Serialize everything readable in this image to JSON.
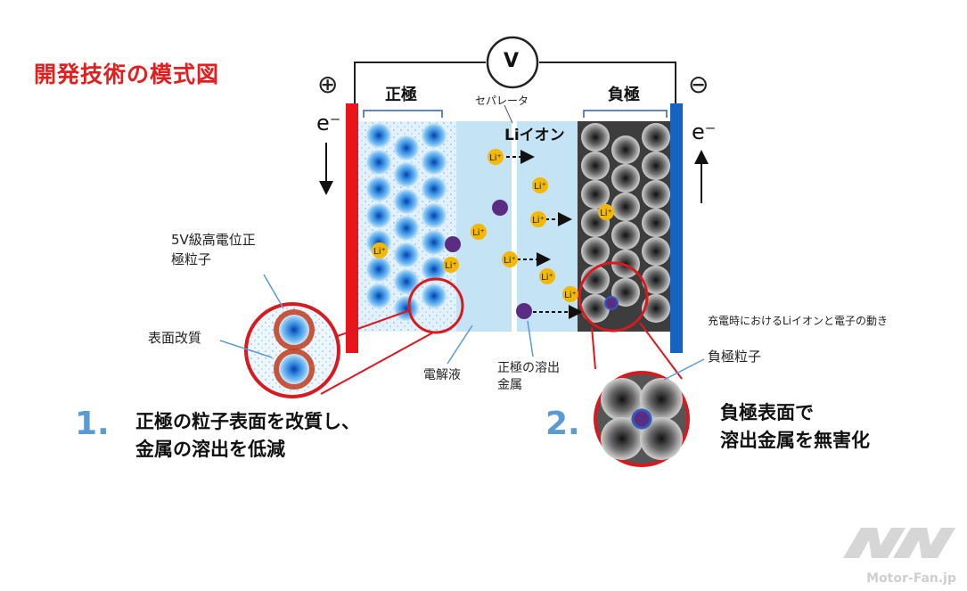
{
  "title": "開発技術の模式図",
  "labels": {
    "voltmeter": "V",
    "positive_terminal": "⊕",
    "negative_terminal": "⊖",
    "electron_left": "e⁻",
    "electron_right": "e⁻",
    "cathode": "正極",
    "anode": "負極",
    "separator": "セパレータ",
    "li_ion": "Liイオン",
    "li_badge": "Li⁺",
    "cathode_particle": "5V級高電位正極粒子",
    "surface_modification": "表面改質",
    "electrolyte": "電解液",
    "dissolved_metal_line1": "正極の溶出",
    "dissolved_metal_line2": "金属",
    "caption_charging": "充電時におけるLiイオンと電子の動き",
    "anode_particle": "負極粒子"
  },
  "points": [
    {
      "number": "1.",
      "line1": "正極の粒子表面を改質し、",
      "line2": "金属の溶出を低減"
    },
    {
      "number": "2.",
      "line1": "負極表面で",
      "line2": "溶出金属を無害化"
    }
  ],
  "watermark": "Motor-Fan.jp",
  "colors": {
    "title": "#e41e1e",
    "positive_collector": "#e8161b",
    "negative_collector": "#1565c0",
    "electrolyte": "#bfe0f4",
    "cathode_particle": "#2a7fd4",
    "li_ion": "#f5b800",
    "dissolved_metal": "#5a2d82",
    "highlight_circle": "#d71920",
    "point_number": "#5b9bd5"
  }
}
